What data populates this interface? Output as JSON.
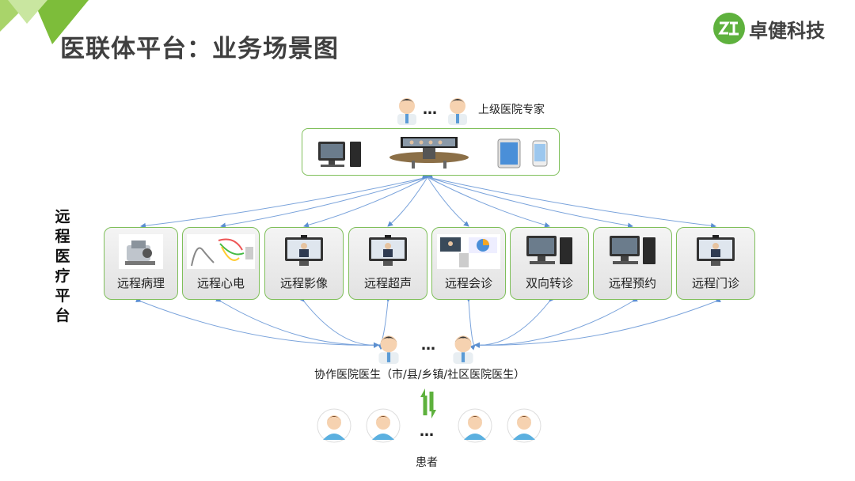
{
  "header": {
    "title": "医联体平台：业务场景图",
    "brand": "卓健科技",
    "accent_color": "#7dbd3a"
  },
  "diagram": {
    "expert_label": "上级医院专家",
    "side_label": "远程医疗平台",
    "side_chars": [
      "远",
      "程",
      "医",
      "疗",
      "平",
      "台"
    ],
    "services": [
      {
        "label": "远程病理",
        "icon": "microscope-icon"
      },
      {
        "label": "远程心电",
        "icon": "ecg-device-icon"
      },
      {
        "label": "远程影像",
        "icon": "video-monitor-icon"
      },
      {
        "label": "远程超声",
        "icon": "video-monitor-icon"
      },
      {
        "label": "远程会诊",
        "icon": "video-conference-icon"
      },
      {
        "label": "双向转诊",
        "icon": "desktop-computer-icon"
      },
      {
        "label": "远程预约",
        "icon": "desktop-computer-icon"
      },
      {
        "label": "远程门诊",
        "icon": "video-monitor-icon"
      }
    ],
    "doctor_label": "协作医院医生（市/县/乡镇/社区医院医生）",
    "patient_label": "患者",
    "ellipsis": "…"
  }
}
